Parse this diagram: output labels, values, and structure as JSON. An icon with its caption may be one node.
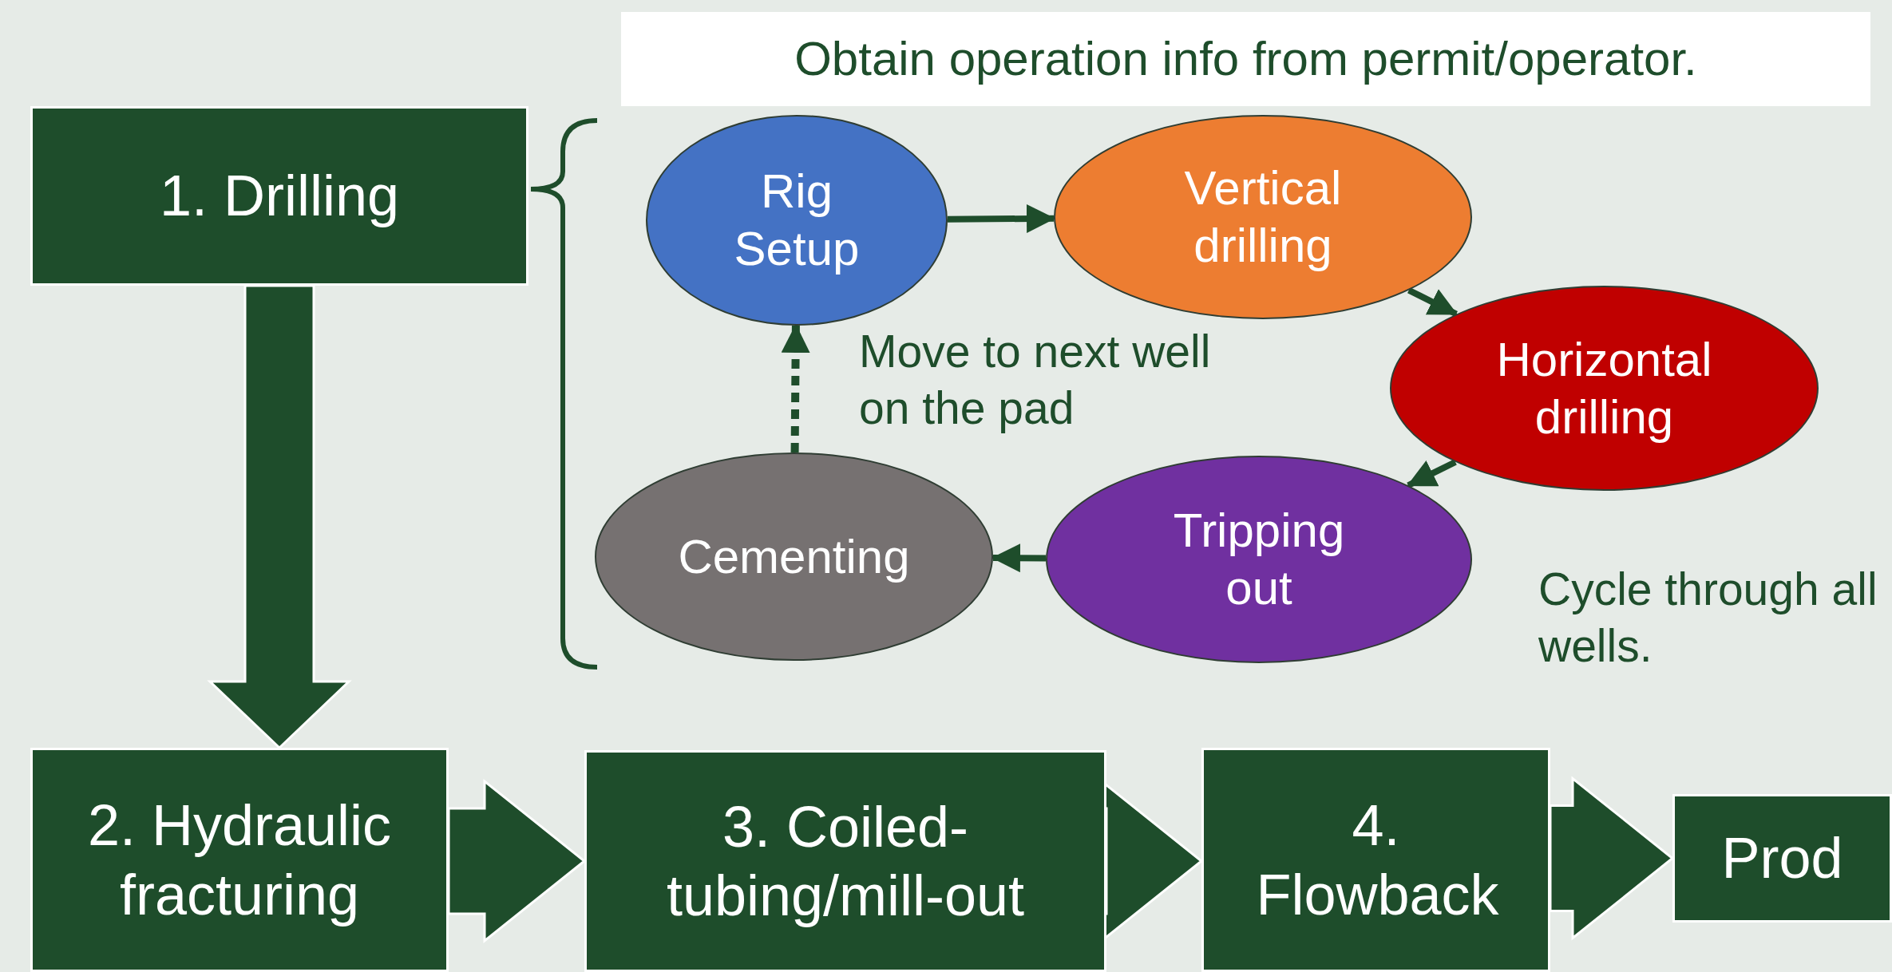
{
  "diagram": {
    "title": "Obtain operation info from permit/operator.",
    "nodes": [
      {
        "text": [
          "1. Drilling"
        ]
      },
      {
        "text": [
          "Rig Setup"
        ]
      },
      {
        "text": [
          "Vertical drilling"
        ]
      },
      {
        "text": [
          "Horizontal drilling"
        ]
      },
      {
        "text": [
          "Tripping out"
        ]
      },
      {
        "text": [
          "Cementing"
        ]
      },
      {
        "text": [
          "2. Hydraulic fracturing"
        ]
      },
      {
        "text": [
          "3. Coiled-tubing/mill-out"
        ]
      },
      {
        "text": [
          "4. Flowback"
        ]
      },
      {
        "text": [
          "Prod"
        ]
      }
    ],
    "edges": [
      {
        "from": 1,
        "to": 2,
        "arrow": "to"
      },
      {
        "from": 2,
        "to": 3,
        "arrow": "to"
      },
      {
        "from": 3,
        "to": 4,
        "arrow": "to"
      },
      {
        "from": 4,
        "to": 5,
        "arrow": "to"
      },
      {
        "from": 5,
        "to": 1,
        "arrow": "to",
        "style": "dashed"
      },
      {
        "from": 0,
        "to": 6,
        "arrow": "to",
        "style": "thick"
      },
      {
        "from": 6,
        "to": 7,
        "arrow": "to",
        "style": "thick"
      },
      {
        "from": 7,
        "to": 8,
        "arrow": "to",
        "style": "thick"
      },
      {
        "from": 8,
        "to": 9,
        "arrow": "to",
        "style": "thick"
      }
    ],
    "labels": [
      "Move to next well on the pad",
      "Cycle through all wells."
    ]
  }
}
